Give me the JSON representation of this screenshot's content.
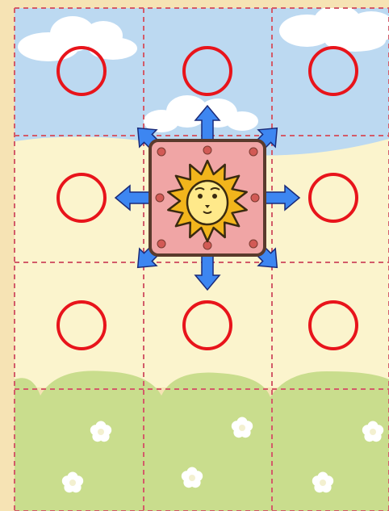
{
  "board": {
    "rows": 4,
    "cols": 3,
    "colors": {
      "sky": "#bcd9f1",
      "meadow": "#fbf4cd",
      "hills": "#c9dd8d",
      "paper": "#f6e3b4",
      "grid_line": "#d35b69",
      "target_ring": "#e8141b",
      "arrow_fill": "#3d86f1",
      "arrow_stroke": "#1a2a78",
      "tile_fill": "#f0a5a5",
      "tile_border": "#5a3a2c",
      "rivet": "#d25a55",
      "sun_fill": "#f2b51c",
      "face_fill": "#ffe98a"
    }
  },
  "piece": {
    "name": "lion-tile",
    "icon": "lion-sun-face-icon",
    "cell": [
      1,
      1
    ]
  },
  "targets": [
    {
      "cell": [
        0,
        0
      ],
      "dir": "up-left"
    },
    {
      "cell": [
        0,
        1
      ],
      "dir": "up"
    },
    {
      "cell": [
        0,
        2
      ],
      "dir": "up-right"
    },
    {
      "cell": [
        1,
        0
      ],
      "dir": "left"
    },
    {
      "cell": [
        1,
        2
      ],
      "dir": "right"
    },
    {
      "cell": [
        2,
        0
      ],
      "dir": "down-left"
    },
    {
      "cell": [
        2,
        1
      ],
      "dir": "down"
    },
    {
      "cell": [
        2,
        2
      ],
      "dir": "down-right"
    }
  ]
}
